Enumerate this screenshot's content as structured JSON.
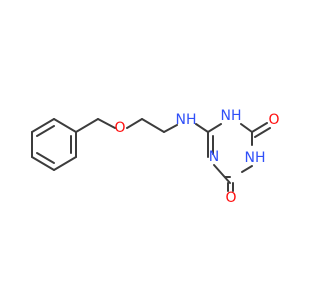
{
  "molecule": {
    "colors": {
      "carbon_bond": "#3c3c3c",
      "nitrogen": "#3050f8",
      "oxygen": "#ff0d0d"
    },
    "labels": {
      "ether_oxygen": "O",
      "amine_nh": "NH",
      "ring_nh": "NH",
      "ring_n_bottom_left": "N",
      "ring_n_bottom_right": "NH",
      "carbonyl_o_top": "O",
      "carbonyl_o_bottom": "O"
    }
  }
}
